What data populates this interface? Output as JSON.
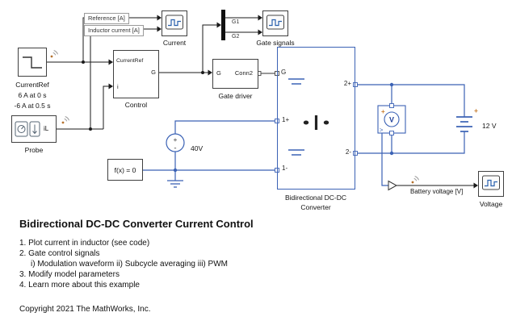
{
  "model": {
    "signal_labels": {
      "reference": "Reference [A]",
      "inductor_current": "Inductor current [A]",
      "g1": "G1",
      "g2": "G2",
      "battery_voltage": "Battery voltage [V]"
    },
    "currentref": {
      "label": "CurrentRef",
      "line1": "6 A at 0 s",
      "line2": "-6 A at 0.5 s"
    },
    "probe": {
      "label": "Probe",
      "signal": "iL"
    },
    "control": {
      "label": "Control",
      "in1": "CurrentRef",
      "in2": "i",
      "out1": "G"
    },
    "scopes": {
      "current": "Current",
      "gate_signals": "Gate signals",
      "voltage": "Voltage"
    },
    "gate_driver": {
      "label": "Gate driver",
      "in1": "G",
      "conn": "Conn2"
    },
    "converter": {
      "label1": "Bidirectional DC-DC",
      "label2": "Converter",
      "port_g": "G",
      "port_2p": "2+",
      "port_1p": "1+",
      "port_2m": "2-",
      "port_1m": "1-"
    },
    "source_40v": {
      "value": "40V",
      "plus": "+",
      "minus": "-"
    },
    "solver": {
      "text": "f(x) = 0"
    },
    "voltmeter": {
      "symbol": "V",
      "plus": "+",
      "port": ">"
    },
    "battery": {
      "value": "12 V",
      "plus": "+"
    }
  },
  "description": {
    "title": "Bidirectional DC-DC Converter Current Control",
    "item1": "1. Plot current in inductor (see code)",
    "item2": "2. Gate control signals",
    "item2a": "i) Modulation waveform ii) Subcycle averaging iii) PWM",
    "item3": "3. Modify model parameters",
    "item4": "4. Learn more about this example",
    "copyright": "Copyright 2021 The MathWorks, Inc."
  },
  "colors": {
    "electrical": "#3b62b5",
    "signal": "#1a1a1a",
    "accent_orange": "#c87e2f"
  }
}
